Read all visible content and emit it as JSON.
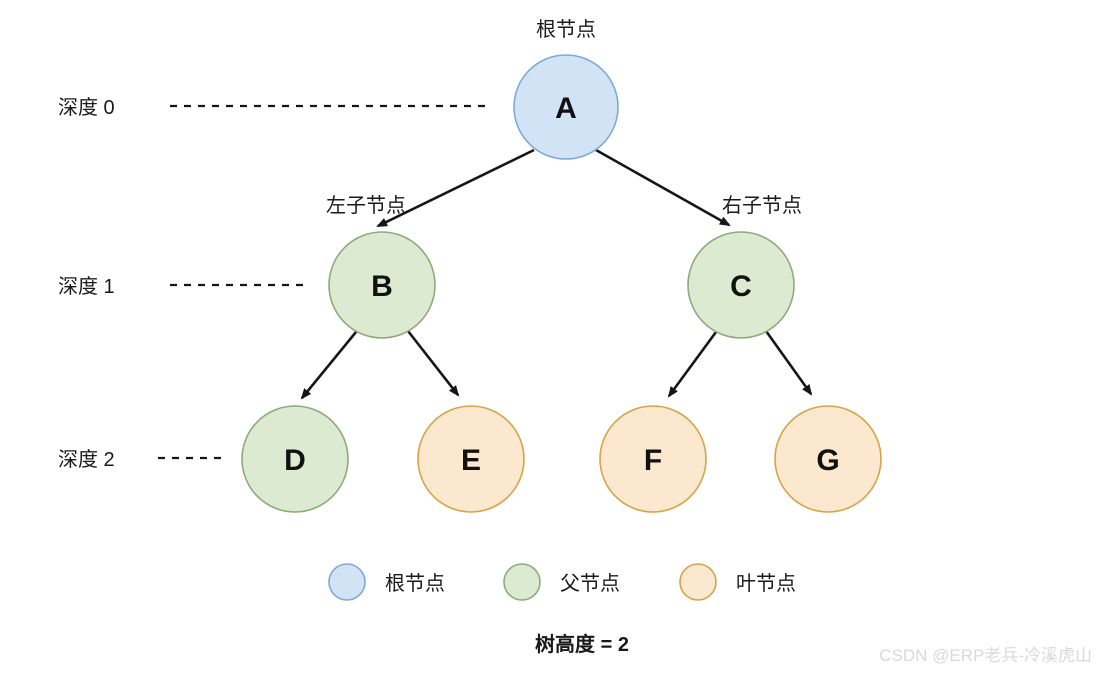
{
  "diagram": {
    "title": "根节点",
    "depths": [
      {
        "label": "深度 0"
      },
      {
        "label": "深度 1"
      },
      {
        "label": "深度 2"
      }
    ],
    "edge_labels": {
      "left_child": "左子节点",
      "right_child": "右子节点"
    },
    "nodes": {
      "A": {
        "label": "A",
        "type": "root"
      },
      "B": {
        "label": "B",
        "type": "parent"
      },
      "C": {
        "label": "C",
        "type": "parent"
      },
      "D": {
        "label": "D",
        "type": "parent"
      },
      "E": {
        "label": "E",
        "type": "leaf"
      },
      "F": {
        "label": "F",
        "type": "leaf"
      },
      "G": {
        "label": "G",
        "type": "leaf"
      }
    },
    "legend": [
      {
        "label": "根节点",
        "fill": "#d3e3f6",
        "stroke": "#7fa8d9"
      },
      {
        "label": "父节点",
        "fill": "#dcead2",
        "stroke": "#90a87b"
      },
      {
        "label": "叶节点",
        "fill": "#fce7cf",
        "stroke": "#d6a347"
      }
    ],
    "footer": "树高度 = 2",
    "watermark": "CSDN @ERP老兵-冷溪虎山"
  },
  "colors": {
    "root_fill": "#d3e3f6",
    "root_stroke": "#7fa8d9",
    "parent_fill": "#dcead2",
    "parent_stroke": "#90a87b",
    "leaf_fill": "#fce7cf",
    "leaf_stroke": "#d6a347",
    "line": "#161616",
    "watermark": "#d9d9d9"
  }
}
